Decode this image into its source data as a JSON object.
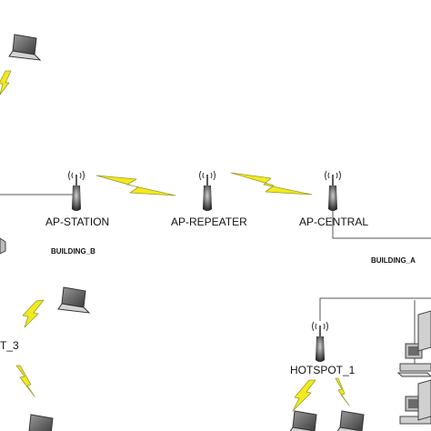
{
  "nodes": {
    "ap_station": "AP-STATION",
    "ap_repeater": "AP-REPEATER",
    "ap_central": "AP-CENTRAL",
    "hotspot_1": "HOTSPOT_1",
    "hotspot_3": "T_3"
  },
  "areas": {
    "building_b": "BUILDING_B",
    "building_a": "BUILDING_A"
  },
  "colors": {
    "bolt": "#f2ea1e",
    "bolt_outline": "#9a9a2a",
    "link": "#555555",
    "device_gray": "#bdbdbd"
  },
  "icons": [
    "laptop-icon",
    "access-point-icon",
    "wireless-bolt-icon",
    "desktop-computer-icon",
    "tower-computer-icon"
  ]
}
